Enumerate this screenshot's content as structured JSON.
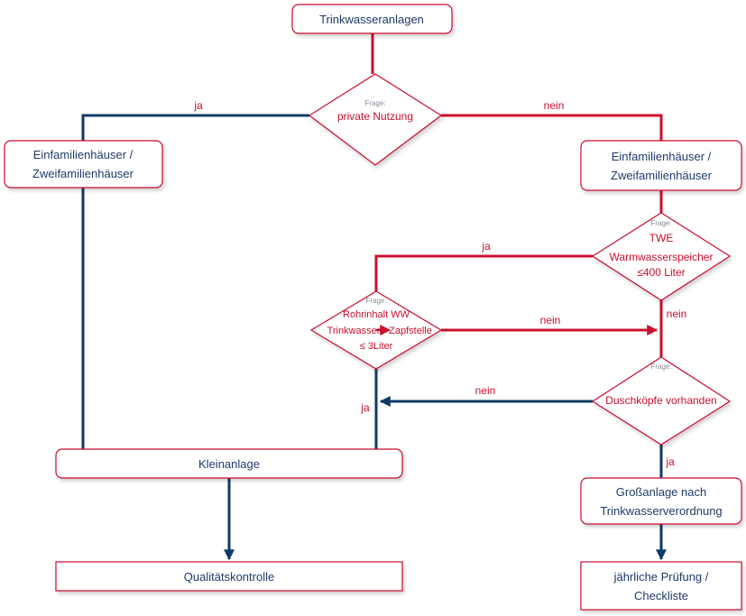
{
  "colors": {
    "red": "#c8102e",
    "blue": "#0d3b66",
    "blue_text": "#1f3a68",
    "grey_text": "#8a8a9a",
    "box_fill": "#ffffff"
  },
  "nodes": {
    "start": {
      "label": "Trinkwasseranlagen"
    },
    "q_private": {
      "prefix": "Frage:",
      "label": "private Nutzung"
    },
    "efh_left": {
      "line1": "Einfamilienhäuser /",
      "line2": "Zweifamilienhäuser"
    },
    "efh_right": {
      "line1": "Einfamilienhäuser /",
      "line2": "Zweifamilienhäuser"
    },
    "q_twe": {
      "prefix": "Frage:",
      "line1": "TWE",
      "line2": "Warmwasserspeicher",
      "line3": "≤400 Liter"
    },
    "q_rohr": {
      "prefix": "Frage:",
      "line1": "Rohrinhalt  WW",
      "line2a": "Trinkwasser",
      "line2b": "Zapfstelle",
      "line3": "≤ 3Liter"
    },
    "q_dusch": {
      "prefix": "Frage:",
      "label": "Duschköpfe vorhanden"
    },
    "klein": {
      "label": "Kleinanlage"
    },
    "gross": {
      "line1": "Großanlage nach",
      "line2": "Trinkwasserverordnung"
    },
    "qual": {
      "label": "Qualitätskontrolle"
    },
    "pruef": {
      "line1": "jährliche Prüfung /",
      "line2": "Checkliste"
    }
  },
  "edges": {
    "private_ja": "ja",
    "private_nein": "nein",
    "twe_ja": "ja",
    "twe_nein": "nein",
    "rohr_nein": "nein",
    "rohr_ja": "ja",
    "dusch_nein": "nein",
    "dusch_ja": "ja"
  }
}
